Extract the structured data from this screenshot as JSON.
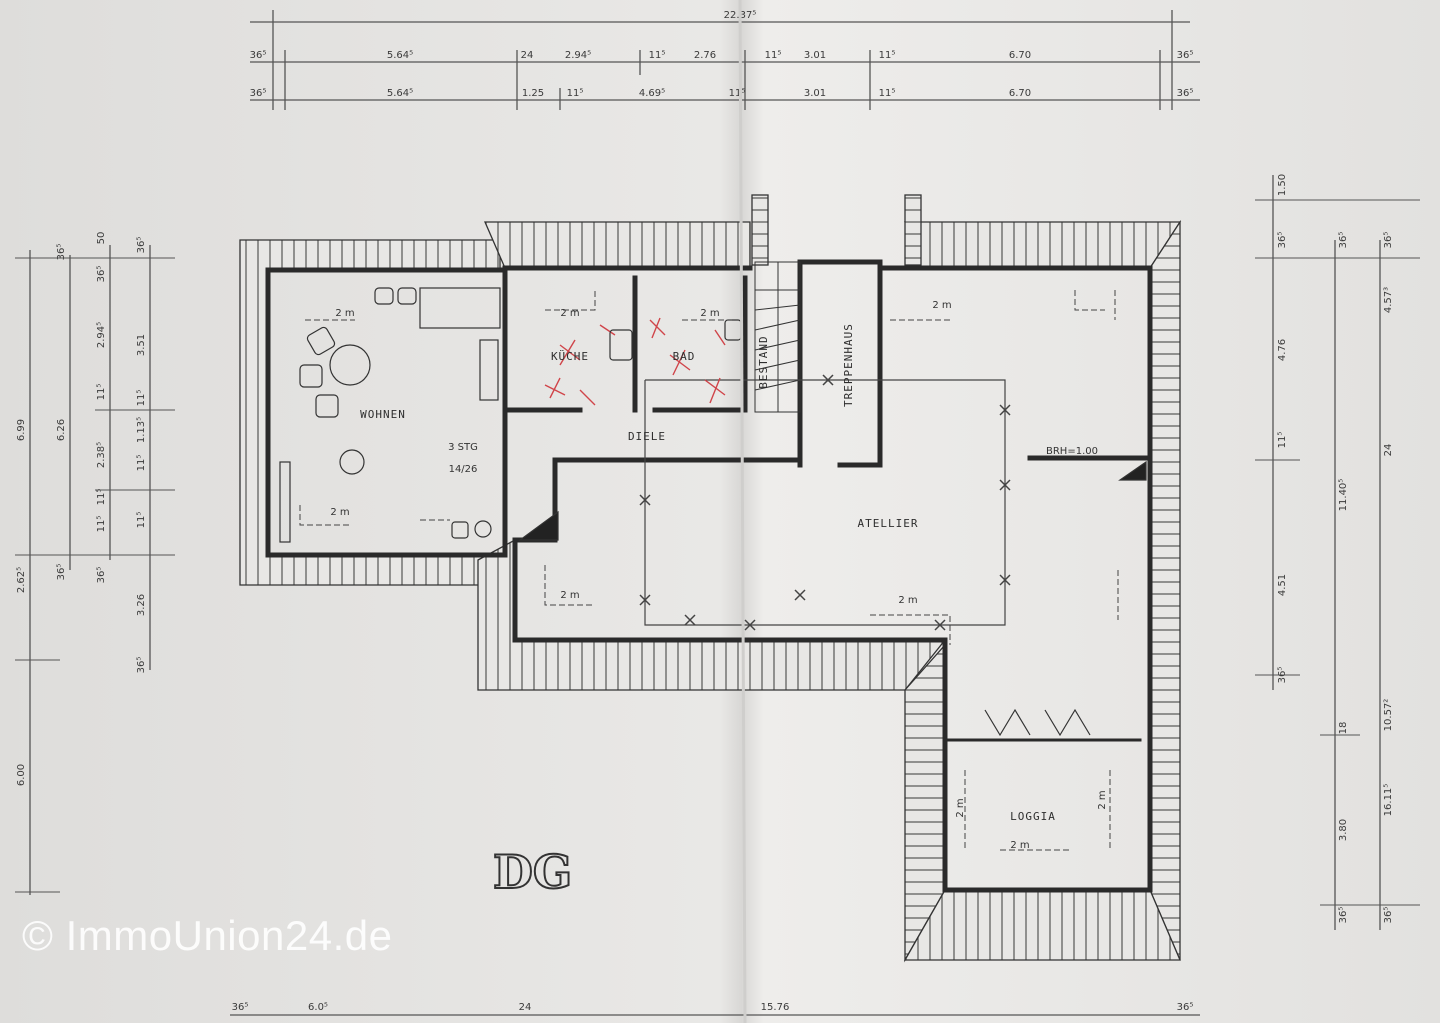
{
  "plan": {
    "floor_label": "DG",
    "watermark": "© ImmoUnion24.de",
    "rooms": {
      "wohnen": "WOHNEN",
      "kueche": "KÜCHE",
      "bad": "BAD",
      "diele": "DIELE",
      "bestand": "BESTAND",
      "treppenhaus": "TREPPENHAUS",
      "atellier": "ATELLIER",
      "loggia": "LOGGIA"
    },
    "annotations": {
      "stair_steps": "3 STG",
      "stair_ratio": "14/26",
      "parapet_height": "BRH=1.00",
      "height_marker": "2 m"
    },
    "colors": {
      "paper": "#e6e5e3",
      "lines": "#3a3a3a",
      "red_marks": "#d0454a"
    }
  },
  "dimensions": {
    "top_total": "22.37⁵",
    "top_row1": [
      "36⁵",
      "5.64⁵",
      "24",
      "2.94⁵",
      "11⁵",
      "2.76",
      "11⁵",
      "3.01",
      "11⁵",
      "6.70",
      "36⁵"
    ],
    "top_row2": [
      "36⁵",
      "5.64⁵",
      "1.25",
      "11⁵",
      "4.69⁵",
      "11⁵",
      "3.01",
      "11⁵",
      "6.70",
      "36⁵"
    ],
    "left_col1": [
      "6.99",
      "2.62⁵",
      "6.00"
    ],
    "left_col2": [
      "36⁵",
      "6.26",
      "36⁵"
    ],
    "left_col3": [
      "50",
      "36⁵",
      "2.94⁵",
      "11⁵",
      "2.38⁵",
      "11⁵",
      "11⁵",
      "36⁵"
    ],
    "left_col4": [
      "36⁵",
      "3.51",
      "11⁵",
      "1.13⁵",
      "11⁵",
      "11⁵",
      "3.26",
      "36⁵"
    ],
    "right_col1": [
      "1.50",
      "36⁵",
      "4.76",
      "11⁵",
      "4.51",
      "36⁵"
    ],
    "right_col2": [
      "36⁵",
      "11.40⁵",
      "18",
      "3.80",
      "36⁵"
    ],
    "right_col3": [
      "36⁵",
      "4.57³",
      "24",
      "10.57²",
      "16.11⁵",
      "36⁵"
    ],
    "bottom_row": [
      "36⁵",
      "6.0⁵",
      "24",
      "15.76",
      "36⁵"
    ]
  }
}
